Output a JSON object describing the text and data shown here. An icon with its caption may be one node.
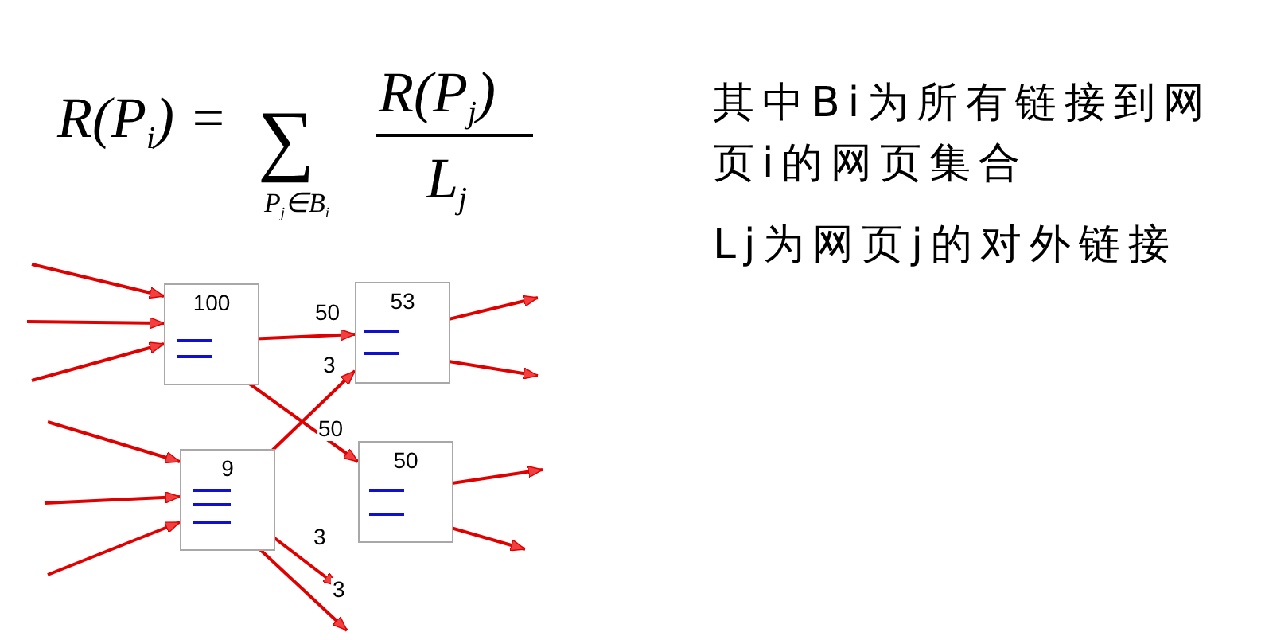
{
  "diagram": {
    "nodes": [
      {
        "text": [
          "100"
        ]
      },
      {
        "text": [
          "53"
        ]
      },
      {
        "text": [
          "9"
        ]
      },
      {
        "text": [
          "50"
        ]
      }
    ],
    "edges": [
      {
        "from": null,
        "to": 0,
        "arrow": "to"
      },
      {
        "from": null,
        "to": 0,
        "arrow": "to"
      },
      {
        "from": null,
        "to": 0,
        "arrow": "to"
      },
      {
        "from": 0,
        "to": 1,
        "arrow": "to",
        "label": "50"
      },
      {
        "from": 0,
        "to": 3,
        "arrow": "to",
        "label": "50"
      },
      {
        "from": 2,
        "to": 1,
        "arrow": "to",
        "label": "3"
      },
      {
        "from": 2,
        "to": null,
        "arrow": "to",
        "label": "3"
      },
      {
        "from": 2,
        "to": null,
        "arrow": "to",
        "label": "3"
      },
      {
        "from": null,
        "to": 2,
        "arrow": "to"
      },
      {
        "from": null,
        "to": 2,
        "arrow": "to"
      },
      {
        "from": null,
        "to": 2,
        "arrow": "to"
      },
      {
        "from": 1,
        "to": null,
        "arrow": "to"
      },
      {
        "from": 1,
        "to": null,
        "arrow": "to"
      },
      {
        "from": 3,
        "to": null,
        "arrow": "to"
      },
      {
        "from": 3,
        "to": null,
        "arrow": "to"
      }
    ],
    "labels": [
      "R(P$_{i}$) =",
      "∑",
      "P$_{j}$∈B$_{i}$",
      "R(P$_{j}$)",
      "L$_{j}$",
      "其中Bi为所有链接到网页i的网页集合",
      "Lj为网页j的对外链接"
    ]
  }
}
